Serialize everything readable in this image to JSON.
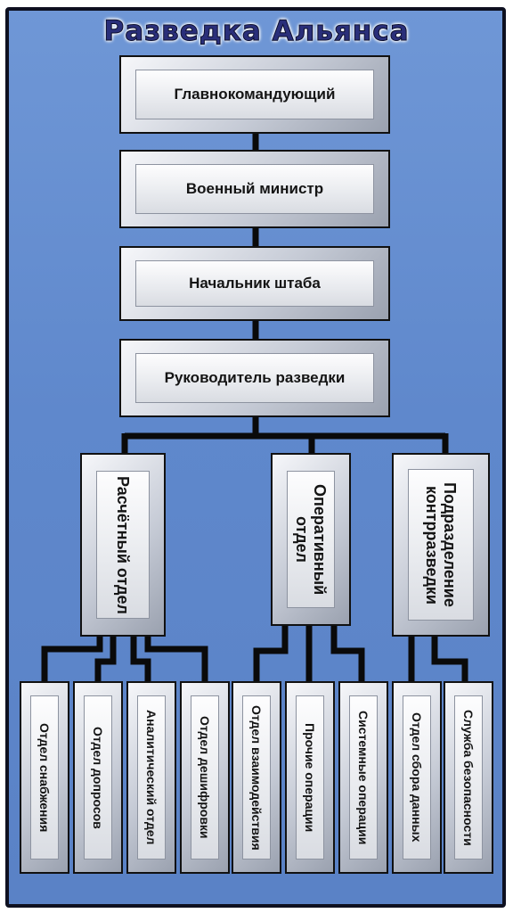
{
  "title": "Разведка Альянса",
  "levels": [
    "Главнокомандующий",
    "Военный министр",
    "Начальник штаба",
    "Руководитель разведки"
  ],
  "departments": [
    {
      "name": "Расчётный отдел",
      "units": [
        "Отдел снабжения",
        "Отдел допросов",
        "Аналитический отдел",
        "Отдел дешифровки"
      ]
    },
    {
      "name": "Оперативный отдел",
      "units": [
        "Отдел взаимодействия",
        "Прочие операции",
        "Системные операции"
      ]
    },
    {
      "name": "Подразделение контрразведки",
      "units": [
        "Отдел сбора данных",
        "Служба безопасности"
      ]
    }
  ],
  "colors": {
    "background": "#6590d2",
    "connector": "#0a0a0a",
    "box_face": "#eceef2",
    "title_text": "#2a2f7a"
  }
}
